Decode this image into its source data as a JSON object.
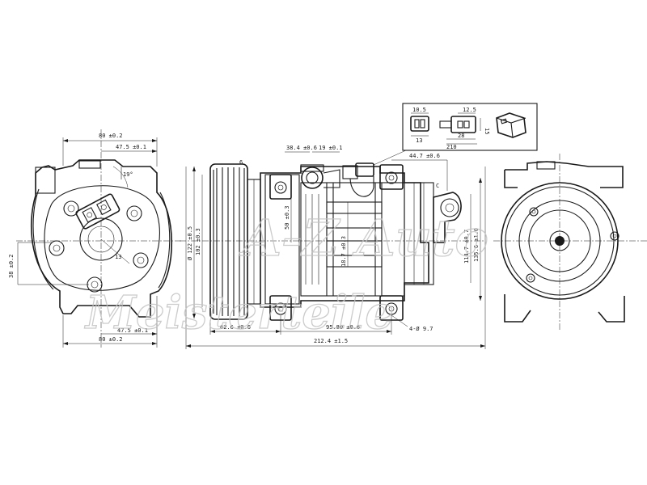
{
  "watermark": {
    "logo": "A-Z Auto",
    "text": "Meisterteile"
  },
  "dimensions": {
    "front_width_top": "80 ±0.2",
    "front_half_width_top": "47.5 ±0.1",
    "front_half_width_bottom": "47.5 ±0.1",
    "front_width_bottom": "80 ±0.2",
    "front_mount_spacing": "38 ±0.2",
    "front_boss_angle": "19°",
    "front_small": "13",
    "pulley_groove_count": "6",
    "pulley_diameter": "Ø 122 ±0.5",
    "pulley_inner_diameter": "102 ±0.3",
    "side_top_spacing": "38.4 ±0.6",
    "side_top_offset": "19 ±0.1",
    "side_right_spacing": "44.7 ±0.6",
    "side_c_label": "C",
    "side_vertical_a": "50 ±0.3",
    "side_vertical_b": "18.7 ±0.3",
    "side_height_a": "114.7 ±0.7",
    "side_height_b": "135.6 ±1.0",
    "side_bottom_left": "62.6 ±0.6",
    "side_bottom_mid": "95.80 ±0.6",
    "side_hole_callout": "4-Ø 9.7",
    "side_overall_length": "212.4 ±1.5",
    "connector_a": "10.5",
    "connector_b": "12.5",
    "connector_c": "13",
    "connector_d": "28",
    "connector_e": "15",
    "connector_f": "210"
  }
}
